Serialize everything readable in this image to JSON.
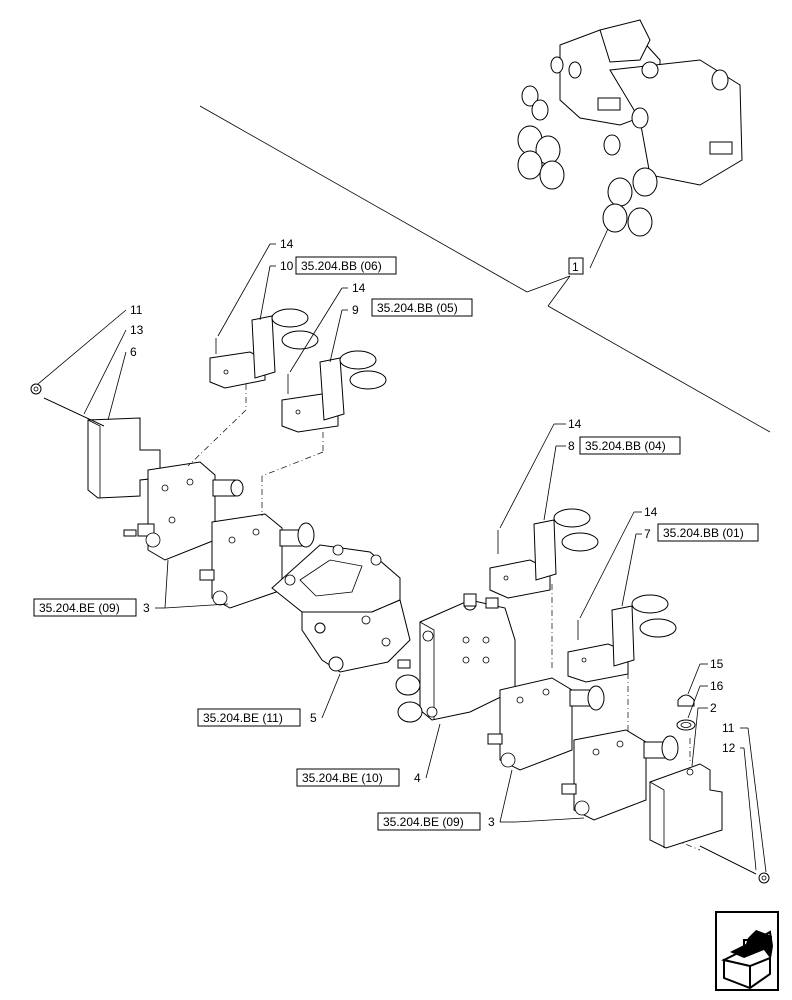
{
  "callouts": {
    "c1": "1",
    "c2": "2",
    "c3a": "3",
    "c3b": "3",
    "c4": "4",
    "c5": "5",
    "c6": "6",
    "c7": "7",
    "c8": "8",
    "c9": "9",
    "c10": "10",
    "c11a": "11",
    "c11b": "11",
    "c12": "12",
    "c13": "13",
    "c14a": "14",
    "c14b": "14",
    "c14c": "14",
    "c14d": "14",
    "c15": "15",
    "c16": "16"
  },
  "references": {
    "bb06": "35.204.BB (06)",
    "bb05": "35.204.BB (05)",
    "bb04": "35.204.BB (04)",
    "bb01": "35.204.BB (01)",
    "be09_left": "35.204.BE (09)",
    "be11": "35.204.BE (11)",
    "be10": "35.204.BE (10)",
    "be09_right": "35.204.BE (09)"
  },
  "navigation": {
    "icon": "arrow-nav-icon"
  }
}
